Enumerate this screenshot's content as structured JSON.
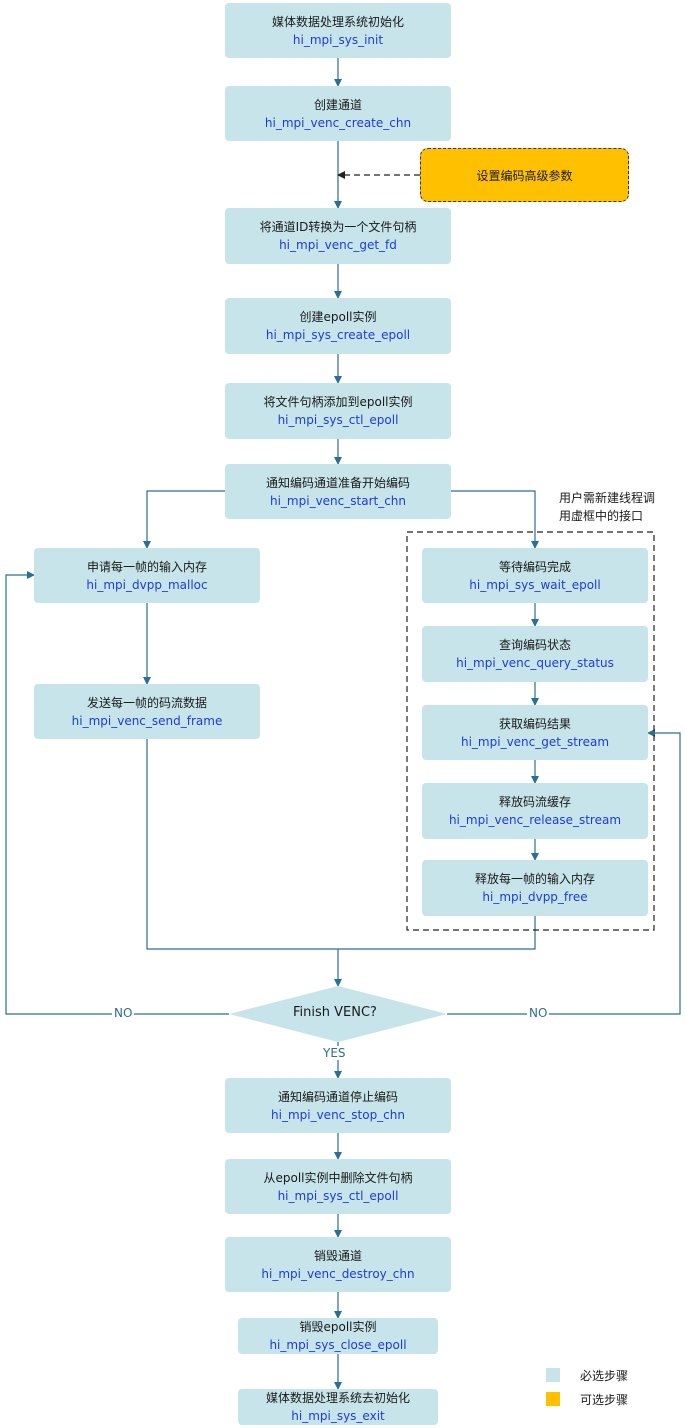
{
  "steps": {
    "sys_init": {
      "title": "媒体数据处理系统初始化",
      "func": "hi_mpi_sys_init"
    },
    "create_chn": {
      "title": "创建通道",
      "func": "hi_mpi_venc_create_chn"
    },
    "get_fd": {
      "title": "将通道ID转换为一个文件句柄",
      "func": "hi_mpi_venc_get_fd"
    },
    "create_epoll": {
      "title": "创建epoll实例",
      "func": "hi_mpi_sys_create_epoll"
    },
    "ctl_epoll_add": {
      "title": "将文件句柄添加到epoll实例",
      "func": "hi_mpi_sys_ctl_epoll"
    },
    "start_chn": {
      "title": "通知编码通道准备开始编码",
      "func": "hi_mpi_venc_start_chn"
    },
    "dvpp_malloc": {
      "title": "申请每一帧的输入内存",
      "func": "hi_mpi_dvpp_malloc"
    },
    "send_frame": {
      "title": "发送每一帧的码流数据",
      "func": "hi_mpi_venc_send_frame"
    },
    "wait_epoll": {
      "title": "等待编码完成",
      "func": "hi_mpi_sys_wait_epoll"
    },
    "query_status": {
      "title": "查询编码状态",
      "func": "hi_mpi_venc_query_status"
    },
    "get_stream": {
      "title": "获取编码结果",
      "func": "hi_mpi_venc_get_stream"
    },
    "release_stream": {
      "title": "释放码流缓存",
      "func": "hi_mpi_venc_release_stream"
    },
    "dvpp_free": {
      "title": "释放每一帧的输入内存",
      "func": "hi_mpi_dvpp_free"
    },
    "stop_chn": {
      "title": "通知编码通道停止编码",
      "func": "hi_mpi_venc_stop_chn"
    },
    "ctl_epoll_del": {
      "title": "从epoll实例中删除文件句柄",
      "func": "hi_mpi_sys_ctl_epoll"
    },
    "destroy_chn": {
      "title": "销毁通道",
      "func": "hi_mpi_venc_destroy_chn"
    },
    "close_epoll": {
      "title": "销毁epoll实例",
      "func": "hi_mpi_sys_close_epoll"
    },
    "sys_exit": {
      "title": "媒体数据处理系统去初始化",
      "func": "hi_mpi_sys_exit"
    }
  },
  "optional_step": "设置编码高级参数",
  "thread_note": {
    "line1": "用户需新建线程调",
    "line2": "用虚框中的接口"
  },
  "decision": {
    "question": "Finish VENC?",
    "yes": "YES",
    "no_left": "NO",
    "no_right": "NO"
  },
  "legend": [
    {
      "label": "必选步骤",
      "color": "#c6e4ea"
    },
    {
      "label": "可选步骤",
      "color": "#ffc000"
    }
  ],
  "colors": {
    "arrow": "#2a6f94",
    "required": "#c6e4ea",
    "optional": "#ffc000",
    "func_text": "#1f3bd6"
  }
}
